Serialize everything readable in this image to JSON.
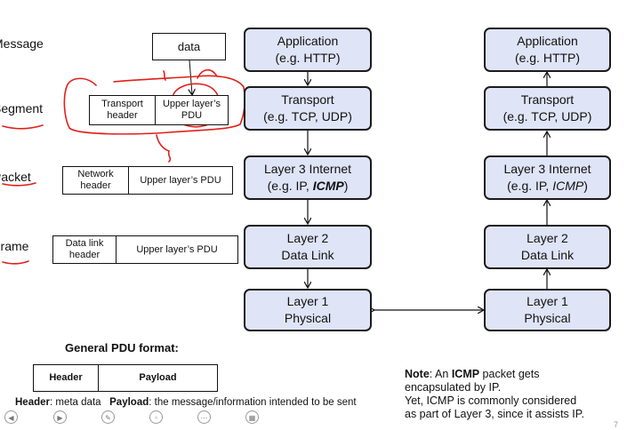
{
  "pdu_names": {
    "message": "Message",
    "segment": "Segment",
    "packet": "Packet",
    "frame": "Frame"
  },
  "pdu_boxes": {
    "data": "data",
    "transport_header": "Transport header",
    "upper_pdu_segment": "Upper layer’s PDU",
    "network_header": "Network header",
    "upper_pdu_packet": "Upper layer’s PDU",
    "datalink_header": "Data link header",
    "upper_pdu_frame": "Upper layer’s  PDU"
  },
  "left_stack": [
    {
      "title": "Application",
      "sub": "(e.g. HTTP)"
    },
    {
      "title": "Transport",
      "sub": "(e.g. TCP, UDP)"
    },
    {
      "title": "Layer 3  Internet",
      "sub_pre": "(e.g. IP, ",
      "sub_em": "ICMP",
      "sub_post": ")"
    },
    {
      "title": "Layer 2",
      "sub": "Data Link"
    },
    {
      "title": "Layer 1",
      "sub": "Physical"
    }
  ],
  "right_stack": [
    {
      "title": "Application",
      "sub": "(e.g. HTTP)"
    },
    {
      "title": "Transport",
      "sub": "(e.g. TCP, UDP)"
    },
    {
      "title": "Layer 3  Internet",
      "sub_pre": "(e.g. IP, ",
      "sub_em": "ICMP",
      "sub_post": ")"
    },
    {
      "title": "Layer 2",
      "sub": "Data Link"
    },
    {
      "title": "Layer 1",
      "sub": "Physical"
    }
  ],
  "general": {
    "title": "General PDU format:",
    "header": "Header",
    "payload": "Payload",
    "caption_header_label": "Header",
    "caption_header_text": ": meta data",
    "caption_payload_label": "Payload",
    "caption_payload_text": ": the message/information intended to be sent"
  },
  "note": {
    "label": "Note",
    "t1": ": An ",
    "icmp": "ICMP",
    "t2": " packet gets",
    "l2": "encapsulated by IP.",
    "l3": "Yet, ICMP is commonly considered",
    "l4": "as part of Layer 3, since it assists IP."
  },
  "page_number": "7",
  "annotation_color": "#e0201c",
  "layer_fill": "#dfe4f7",
  "controls": [
    "prev-icon",
    "next-icon",
    "pen-icon",
    "eraser-icon",
    "more-icon",
    "slides-icon"
  ]
}
